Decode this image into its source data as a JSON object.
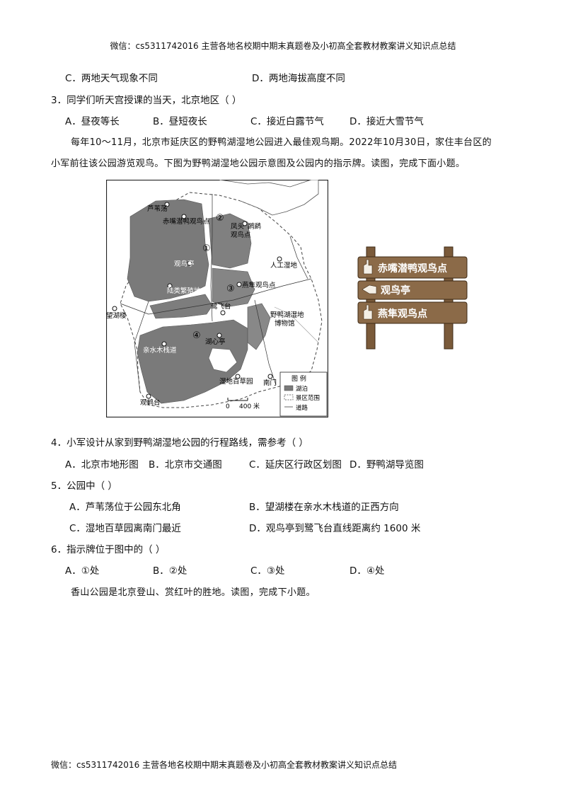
{
  "header": "微信：cs5311742016  主营各地名校期中期末真题卷及小初高全套教材教案讲义知识点总结",
  "footer": "微信：cs5311742016  主营各地名校期中期末真题卷及小初高全套教材教案讲义知识点总结",
  "q2_options": {
    "c": "C．两地天气现象不同",
    "d": "D．两地海拔高度不同"
  },
  "q3": {
    "stem": "3．同学们听天宫授课的当天，北京地区（    ）",
    "a": "A．昼夜等长",
    "b": "B．昼短夜长",
    "c": "C．接近白露节气",
    "d": "D．接近大雪节气"
  },
  "passage1": {
    "line1": "每年10～11月，北京市延庆区的野鸭湖湿地公园进入最佳观鸟期。2022年10月30日，家住丰台区的",
    "line2": "小军前往该公园游览观鸟。下图为野鸭湖湿地公园示意图及公园内的指示牌。读图，完成下面小题。"
  },
  "map": {
    "labels": {
      "luwei": "芦苇荡",
      "chizui": "赤嘴潜鸭观鸟点",
      "fengtou": "凤头",
      "pitihu": "䴙䴘",
      "guanniao_pt": "观鸟点",
      "guanniaoting": "观鸟亭",
      "rengong": "人工湿地",
      "luleifanzhi": "陆类繁殖地",
      "yanjun": "燕隼观鸟点",
      "wanghulou": "望湖楼",
      "lufeitai": "鹭飞台",
      "bowuguan1": "野鸭湖湿地",
      "bowuguan2": "博物馆",
      "huxinting": "湖心亭",
      "qinshui": "亲水木栈道",
      "baicaoyuan": "湿地百草园",
      "nanmen": "南门",
      "guanhetai": "观鹤台"
    },
    "markers": [
      "①",
      "②",
      "③",
      "④"
    ],
    "legend": {
      "title": "图    例",
      "lake": "湖泊",
      "scenic": "景区范围",
      "road": "道路"
    },
    "scale": {
      "zero": "0",
      "dist": "400 米"
    }
  },
  "sign": {
    "row1": "赤嘴潜鸭观鸟点",
    "row2": "观鸟亭",
    "row3": "燕隼观鸟点"
  },
  "q4": {
    "stem": "4．小军设计从家到野鸭湖湿地公园的行程路线，需参考（    ）",
    "a": "A．北京市地形图",
    "b": "B．北京市交通图",
    "c": "C．延庆区行政区划图",
    "d": "D．野鸭湖导览图"
  },
  "q5": {
    "stem": "5．公园中（    ）",
    "a": "A．芦苇荡位于公园东北角",
    "b": "B．望湖楼在亲水木栈道的正西方向",
    "c": "C．湿地百草园离南门最近",
    "d": "D．观鸟亭到鹭飞台直线距离约 1600 米"
  },
  "q6": {
    "stem": "6．指示牌位于图中的（    ）",
    "a": "A．①处",
    "b": "B．②处",
    "c": "C．③处",
    "d": "D．④处"
  },
  "passage2": "香山公园是北京登山、赏红叶的胜地。读图，完成下小题。"
}
